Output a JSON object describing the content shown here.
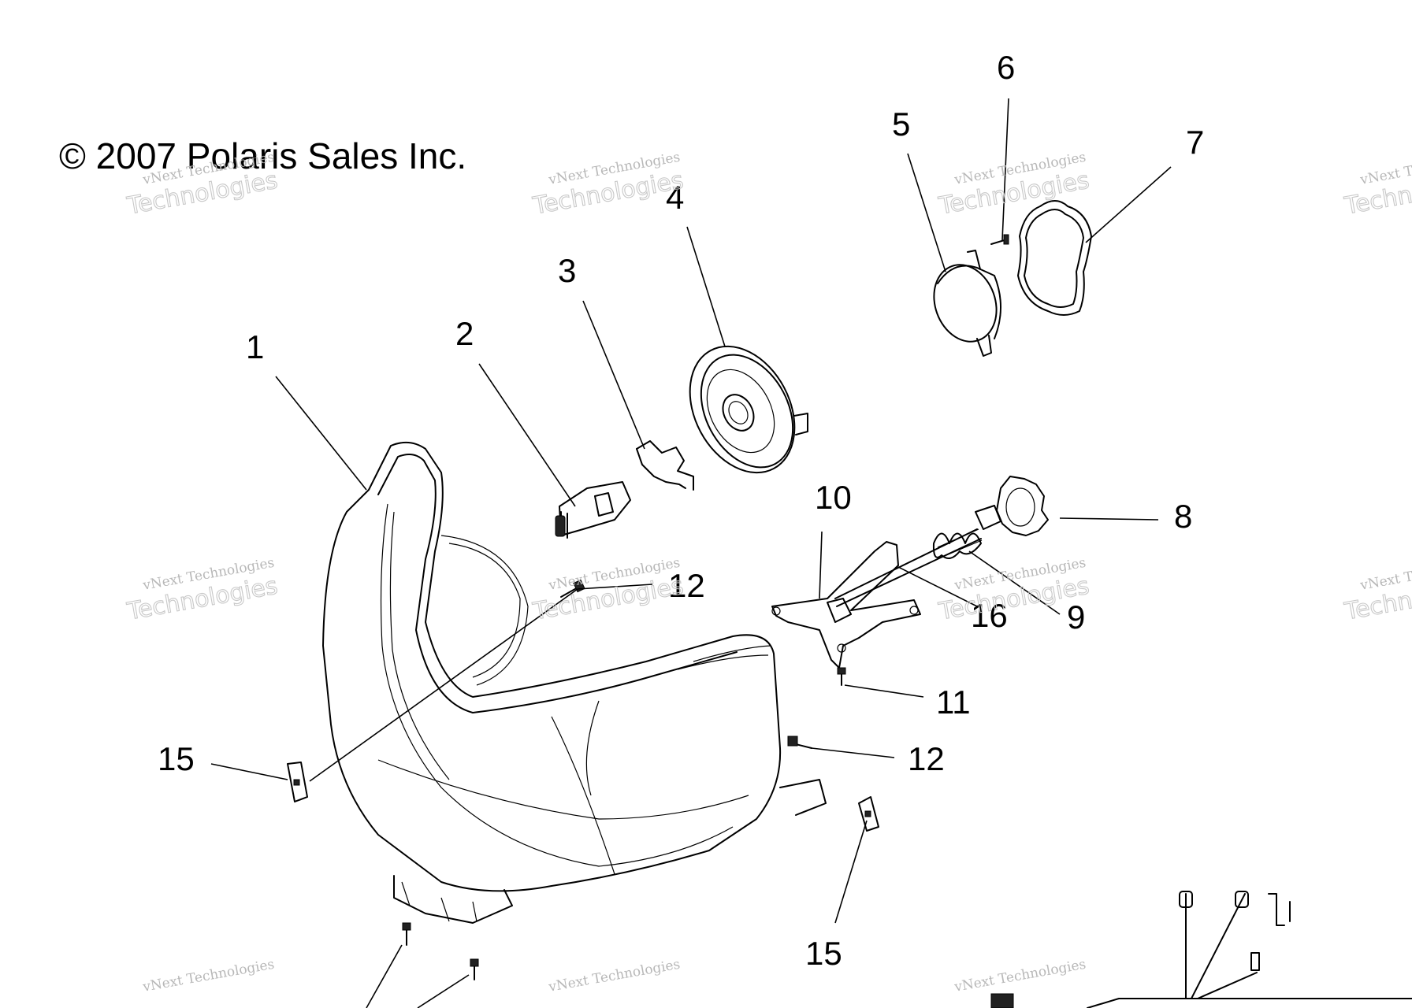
{
  "diagram": {
    "copyright": "© 2007 Polaris Sales Inc.",
    "watermark": {
      "line1": "vNext Technologies",
      "line2": "Technologies"
    },
    "callouts": [
      {
        "id": "1",
        "text": "1"
      },
      {
        "id": "2",
        "text": "2"
      },
      {
        "id": "3",
        "text": "3"
      },
      {
        "id": "4",
        "text": "4"
      },
      {
        "id": "5",
        "text": "5"
      },
      {
        "id": "6",
        "text": "6"
      },
      {
        "id": "7",
        "text": "7"
      },
      {
        "id": "8",
        "text": "8"
      },
      {
        "id": "9",
        "text": "9"
      },
      {
        "id": "10",
        "text": "10"
      },
      {
        "id": "11",
        "text": "11"
      },
      {
        "id": "12a",
        "text": "12"
      },
      {
        "id": "12b",
        "text": "12"
      },
      {
        "id": "15a",
        "text": "15"
      },
      {
        "id": "15b",
        "text": "15"
      },
      {
        "id": "16",
        "text": "16"
      }
    ]
  }
}
